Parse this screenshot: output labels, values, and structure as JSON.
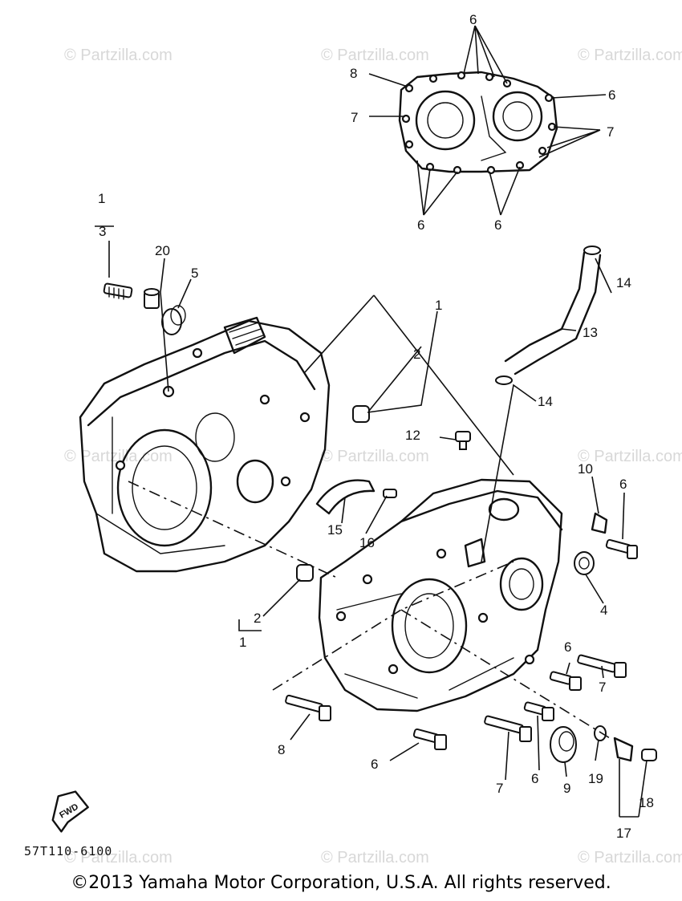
{
  "watermark": "© Partzilla.com",
  "diagram_code": "57T110-6100",
  "fwd_label": "FWD",
  "copyright": "©2013  Yamaha Motor Corporation, U.S.A. All rights reserved.",
  "callouts": {
    "c1_top": "1",
    "c3": "3",
    "c20": "20",
    "c5": "5",
    "c1_mid": "1",
    "c2_mid": "2",
    "c2_left": "2",
    "c1_left": "1",
    "c12": "12",
    "c15": "15",
    "c16": "16",
    "c13": "13",
    "c14_top": "14",
    "c14_mid": "14",
    "c10": "10",
    "c6_right": "6",
    "c4": "4",
    "c6_a": "6",
    "c7_a": "7",
    "c8_bottom": "8",
    "c6_b": "6",
    "c7_b": "7",
    "c6_c": "6",
    "c9": "9",
    "c19": "19",
    "c17": "17",
    "c18": "18",
    "g6_top": "6",
    "g8": "8",
    "g6_right": "6",
    "g7_left": "7",
    "g7_right": "7",
    "g6_bl": "6",
    "g6_br": "6"
  }
}
